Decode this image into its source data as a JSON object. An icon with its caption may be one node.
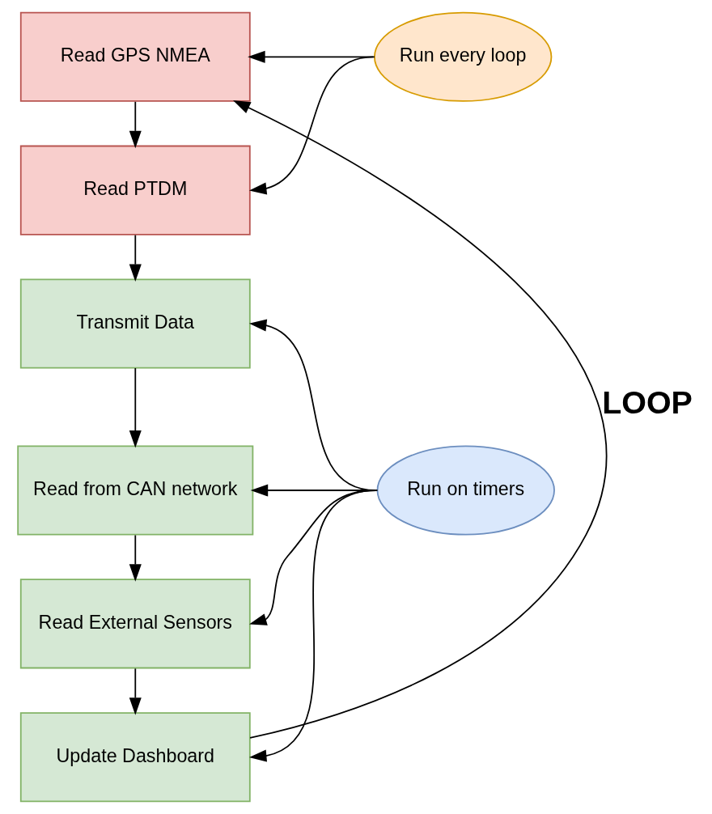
{
  "diagram": {
    "nodes": [
      {
        "text": [
          "Read GPS NMEA"
        ]
      },
      {
        "text": [
          "Read PTDM"
        ]
      },
      {
        "text": [
          "Transmit Data"
        ]
      },
      {
        "text": [
          "Read from CAN network"
        ]
      },
      {
        "text": [
          "Read External Sensors"
        ]
      },
      {
        "text": [
          "Update Dashboard"
        ]
      },
      {
        "text": [
          "Run every loop"
        ]
      },
      {
        "text": [
          "Run on timers"
        ]
      }
    ],
    "edges": [
      {
        "from": 0,
        "to": 1,
        "arrow": "to"
      },
      {
        "from": 1,
        "to": 2,
        "arrow": "to"
      },
      {
        "from": 2,
        "to": 3,
        "arrow": "to"
      },
      {
        "from": 3,
        "to": 4,
        "arrow": "to"
      },
      {
        "from": 4,
        "to": 5,
        "arrow": "to"
      },
      {
        "from": 5,
        "to": 0,
        "arrow": "to",
        "label": "LOOP"
      },
      {
        "from": 6,
        "to": 0,
        "arrow": "to"
      },
      {
        "from": 6,
        "to": 1,
        "arrow": "to"
      },
      {
        "from": 7,
        "to": 2,
        "arrow": "to"
      },
      {
        "from": 7,
        "to": 3,
        "arrow": "to"
      },
      {
        "from": 7,
        "to": 4,
        "arrow": "to"
      },
      {
        "from": 7,
        "to": 5,
        "arrow": "to"
      }
    ]
  }
}
